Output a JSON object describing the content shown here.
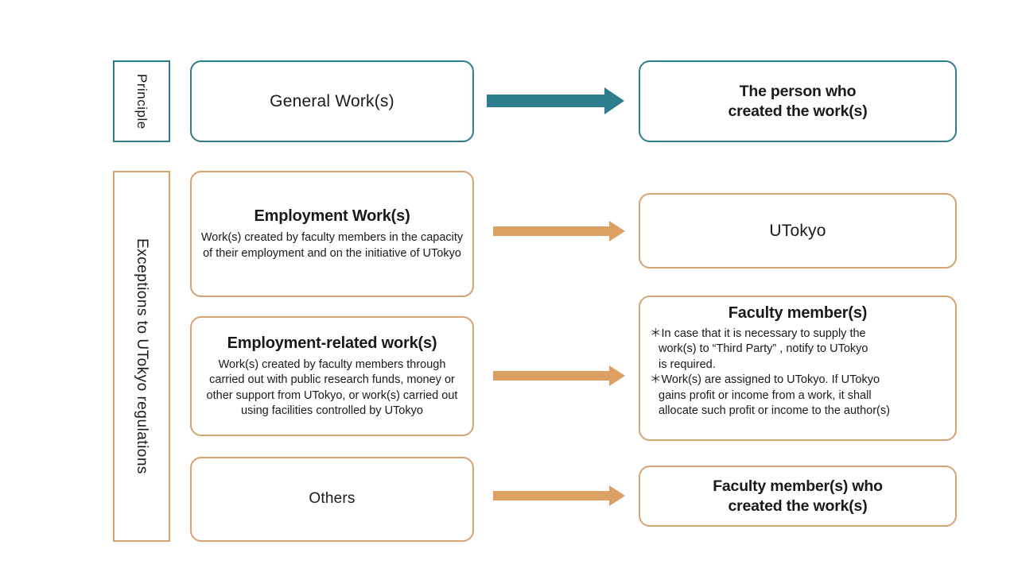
{
  "colors": {
    "teal": "#2E7D8E",
    "orange": "#D4A373",
    "arrow_orange": "#DDA063",
    "text": "#1a1a1a",
    "background": "#FFFFFF"
  },
  "rails": {
    "principle": {
      "label": "Principle"
    },
    "exceptions": {
      "label": "Exceptions to UTokyo regulations"
    }
  },
  "left_column": {
    "general": {
      "heading": "General Work(s)"
    },
    "employment": {
      "heading": "Employment Work(s)",
      "body": "Work(s) created by faculty members in the capacity of their employment and on the initiative of UTokyo"
    },
    "employment_related": {
      "heading": "Employment-related work(s)",
      "body": "Work(s) created by faculty members through carried out with public research funds, money or other support from UTokyo, or work(s) carried out using facilities controlled by UTokyo"
    },
    "others": {
      "heading": "Others"
    }
  },
  "right_column": {
    "person": {
      "line1": "The person who",
      "line2": "created the work(s)"
    },
    "utokyo": {
      "heading": "UTokyo"
    },
    "faculty_notes": {
      "heading": "Faculty member(s)",
      "note1_line1": "＊In case that it is necessary to supply the",
      "note1_line2": "work(s) to “Third Party” , notify to UTokyo",
      "note1_line3": "is required.",
      "note2_line1": "＊Work(s) are assigned to UTokyo. If UTokyo",
      "note2_line2": "gains profit or income from a work, it shall",
      "note2_line3": "allocate such profit or income to the author(s)"
    },
    "faculty_who": {
      "line1": "Faculty member(s) who",
      "line2": "created the work(s)"
    }
  },
  "arrows": {
    "principle_arrow": {
      "name": "arrow-general-to-person",
      "color": "#2E7D8E"
    },
    "employment_arrow": {
      "name": "arrow-employment-to-utokyo",
      "color": "#DDA063"
    },
    "employment_related_arrow": {
      "name": "arrow-emprelated-to-faculty",
      "color": "#DDA063"
    },
    "others_arrow": {
      "name": "arrow-others-to-facultywho",
      "color": "#DDA063"
    }
  }
}
